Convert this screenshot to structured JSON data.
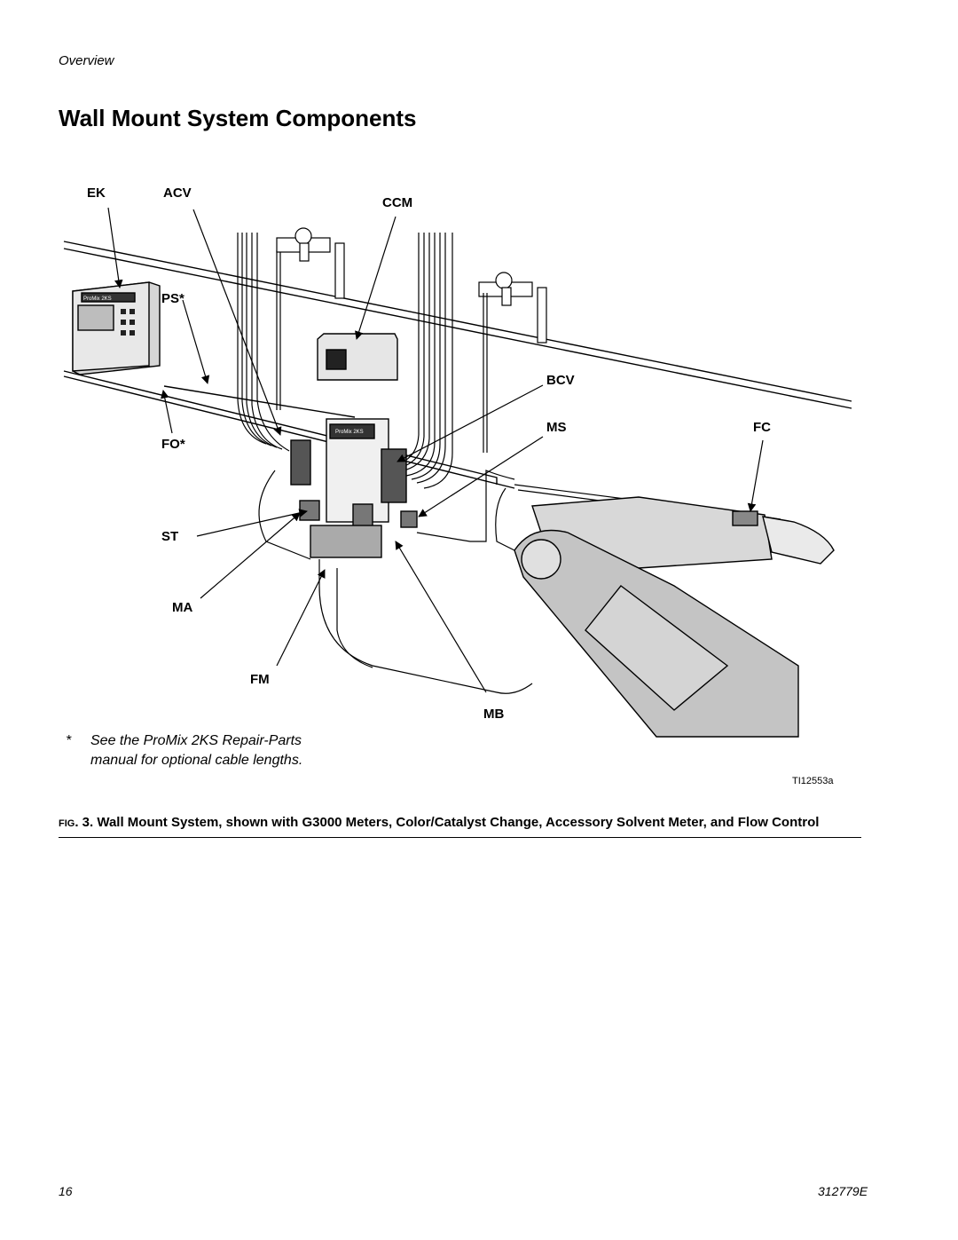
{
  "header": {
    "section": "Overview"
  },
  "title": "Wall Mount System Components",
  "figure": {
    "callouts": {
      "ek": "EK",
      "acv": "ACV",
      "ccm": "CCM",
      "ps": "PS*",
      "bcv": "BCV",
      "ms": "MS",
      "fc": "FC",
      "fo": "FO*",
      "st": "ST",
      "ma": "MA",
      "fm": "FM",
      "mb": "MB"
    },
    "box_labels": {
      "controller": "ProMix 2KS",
      "panel": "ProMix 2KS"
    },
    "footnote_marker": "*",
    "footnote": "See the ProMix 2KS Repair-Parts manual for optional cable lengths.",
    "id": "TI12553a"
  },
  "caption": {
    "fig_small": "FIG",
    "fig_rest": ". 3. Wall Mount System, shown with G3000 Meters, Color/Catalyst Change, Accessory Solvent Meter, and Flow Control"
  },
  "footer": {
    "page": "16",
    "doc": "312779E"
  },
  "colors": {
    "ink": "#000000",
    "paper": "#ffffff",
    "gray": "#c8c8c8"
  }
}
